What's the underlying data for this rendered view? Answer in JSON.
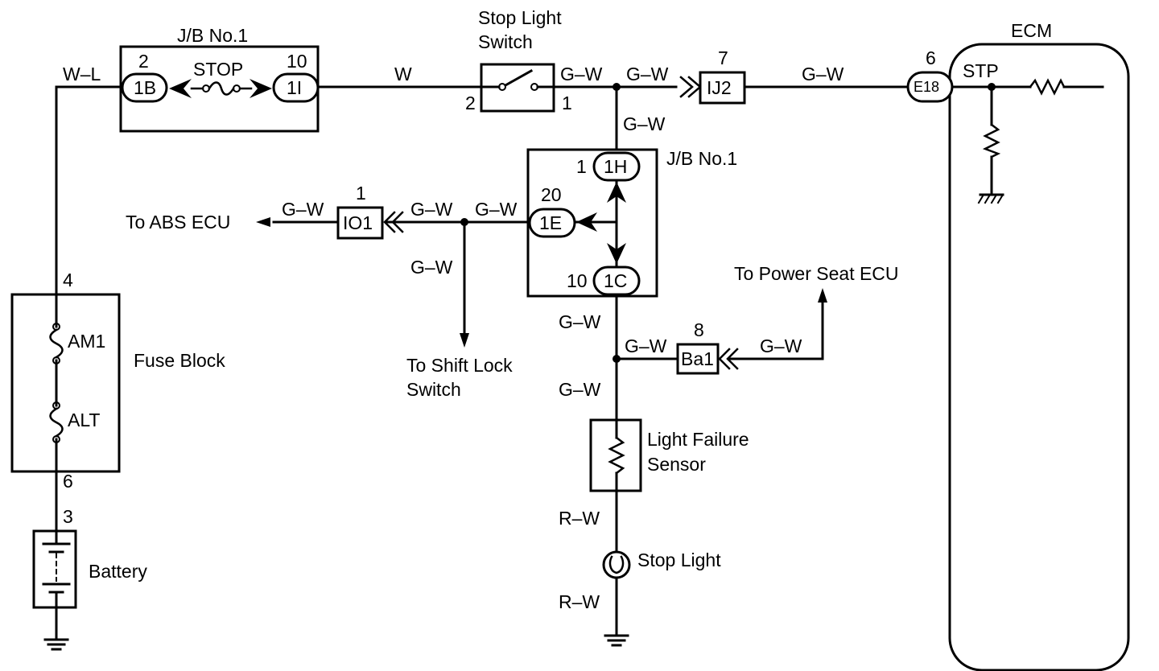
{
  "labels": {
    "jb1_top": "J/B No.1",
    "jb1_mid": "J/B No.1",
    "stop_light_switch_line1": "Stop Light",
    "stop_light_switch_line2": "Switch",
    "ecm": "ECM",
    "stp": "STP",
    "to_abs_ecu": "To ABS ECU",
    "to_shift_lock_line1": "To Shift Lock",
    "to_shift_lock_line2": "Switch",
    "to_power_seat_ecu": "To Power Seat ECU",
    "fuse_block": "Fuse Block",
    "am1": "AM1",
    "alt": "ALT",
    "battery": "Battery",
    "light_failure_line1": "Light Failure",
    "light_failure_line2": "Sensor",
    "stop_light": "Stop Light",
    "stop_fuse": "STOP"
  },
  "connectors": {
    "c_1b": "1B",
    "c_1i": "1I",
    "c_ij2": "IJ2",
    "c_e18": "E18",
    "c_1h": "1H",
    "c_1e": "1E",
    "c_1c": "1C",
    "c_io1": "IO1",
    "c_ba1": "Ba1"
  },
  "pins": {
    "p_1b": "2",
    "p_1i": "10",
    "p_sw_in": "2",
    "p_sw_out": "1",
    "p_ij2": "7",
    "p_e18": "6",
    "p_1h": "1",
    "p_1e": "20",
    "p_1c": "10",
    "p_io1": "1",
    "p_ba1": "8",
    "p_fuse_top": "4",
    "p_fuse_bot": "6",
    "p_batt": "3"
  },
  "wires": {
    "w_wl": "W–L",
    "w_w": "W",
    "w_gw_sw": "G–W",
    "w_gw_ij2_in": "G–W",
    "w_gw_ij2_out": "G–W",
    "w_gw_down": "G–W",
    "w_gw_abs": "G–W",
    "w_gw_io1_r": "G–W",
    "w_gw_1e": "G–W",
    "w_gw_shift": "G–W",
    "w_gw_1c": "G–W",
    "w_gw_ba1_l": "G–W",
    "w_gw_ba1_r": "G–W",
    "w_gw_sensor": "G–W",
    "w_rw_1": "R–W",
    "w_rw_2": "R–W"
  }
}
